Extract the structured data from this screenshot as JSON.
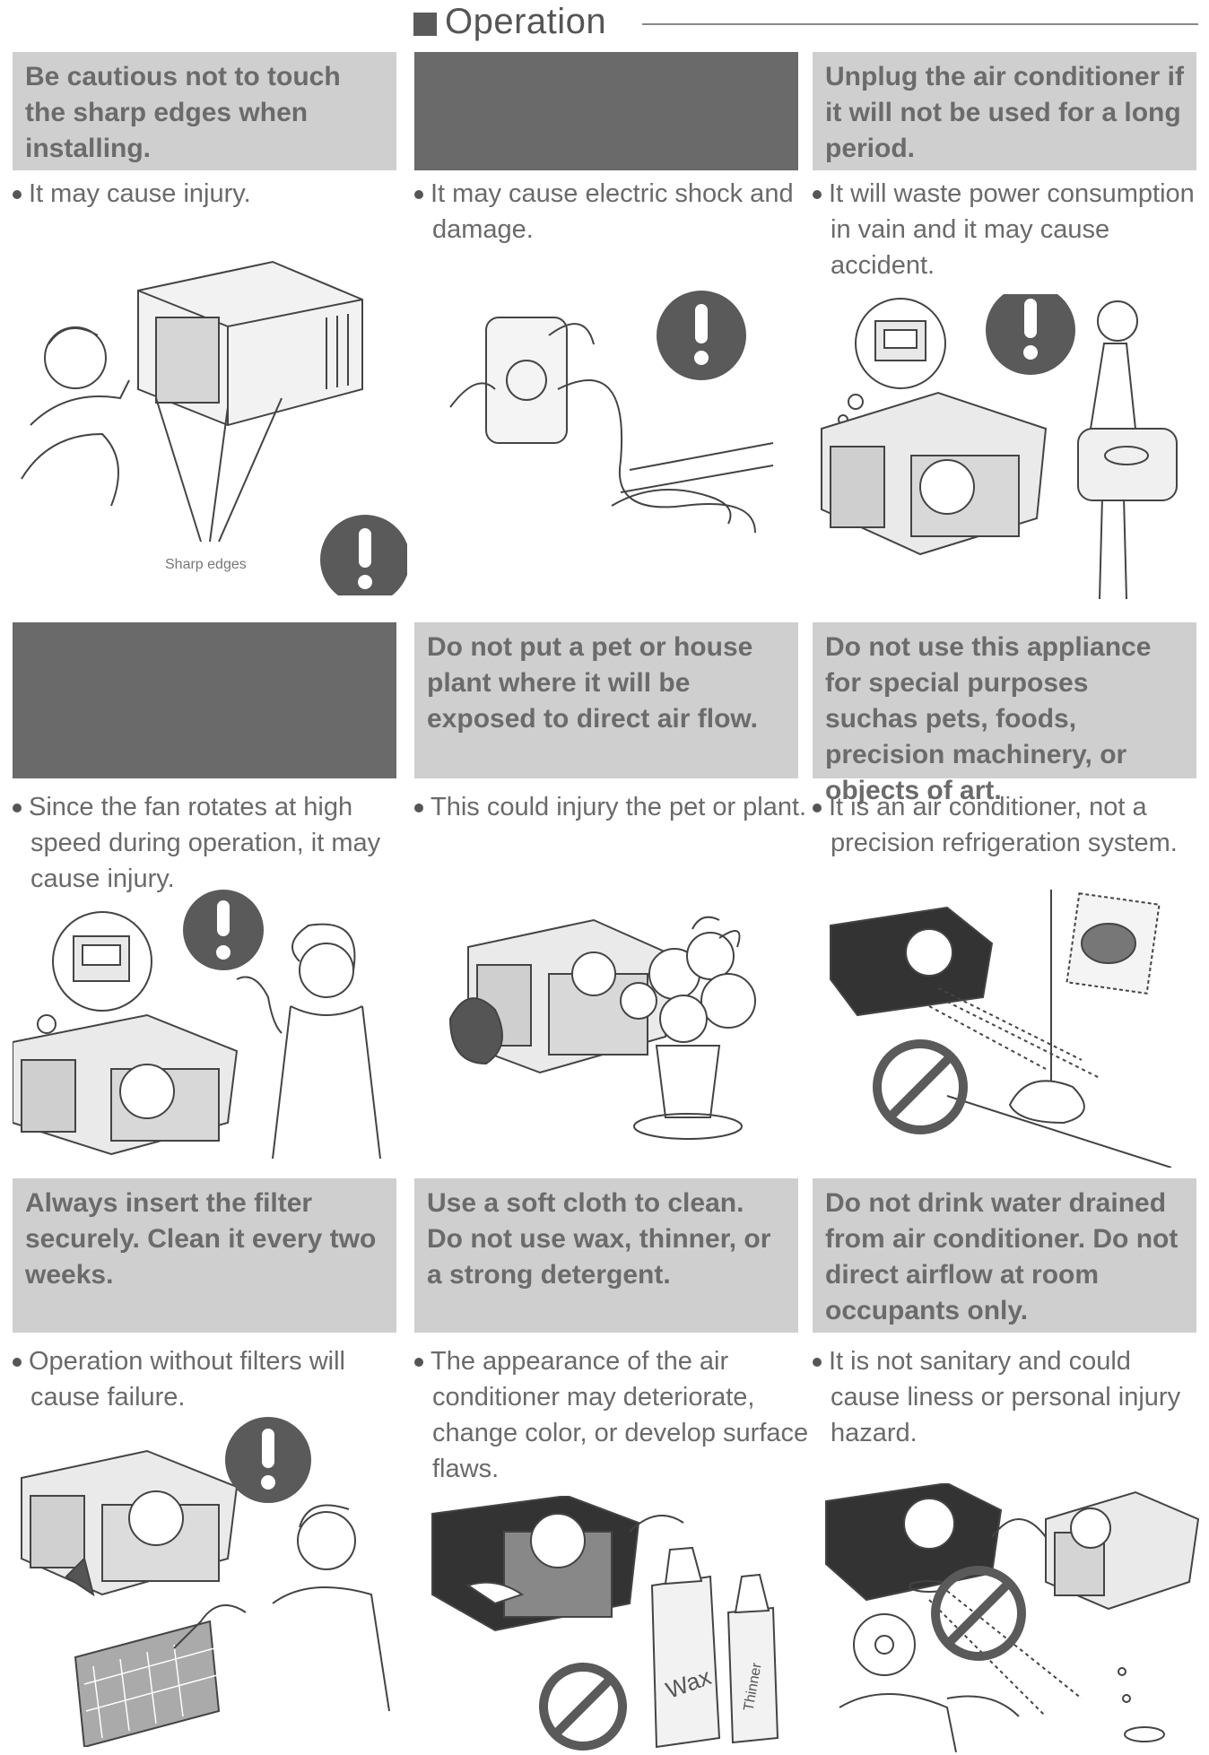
{
  "header": {
    "title": "Operation"
  },
  "cells": [
    {
      "heading": "Be cautious not to touch the sharp edges when installing.",
      "desc": "It may cause injury.",
      "caption": "Sharp edges"
    },
    {
      "heading": "",
      "desc": "It may cause electric shock and damage."
    },
    {
      "heading": "Unplug the air conditioner if it will not be used for a long period.",
      "desc": "It will waste power consumption in vain and it may cause accident."
    },
    {
      "heading": "",
      "desc": "Since the fan rotates at high speed during operation, it may cause injury."
    },
    {
      "heading": "Do not put a pet or house plant where it will be exposed  to direct air flow.",
      "desc": "This could injury the pet or plant."
    },
    {
      "heading": "Do not use this appliance for special purposes suchas pets, foods, precision machinery, or objects of art.",
      "desc": "It is an air conditioner, not a precision refrigeration system."
    },
    {
      "heading": "Always insert the filter securely. Clean it every two weeks.",
      "desc": "Operation without filters will cause failure."
    },
    {
      "heading": "Use a soft cloth to clean. Do not use wax, thinner, or a strong detergent.",
      "desc": "The appearance of the air conditioner may deteriorate, change color, or develop surface flaws.",
      "labels": [
        "Wax",
        "Thinner"
      ]
    },
    {
      "heading": "Do not drink water drained from air conditioner. Do not direct airflow at room occupants only.",
      "desc": "It is not sanitary and could cause liness or personal injury hazard."
    }
  ],
  "icons": {
    "warning": "exclamation-icon",
    "prohibit": "prohibition-icon"
  },
  "colors": {
    "heading_bg": "#cfcfcf",
    "dark_bg": "#6a6a6a",
    "symbol": "#5a5a5a"
  }
}
